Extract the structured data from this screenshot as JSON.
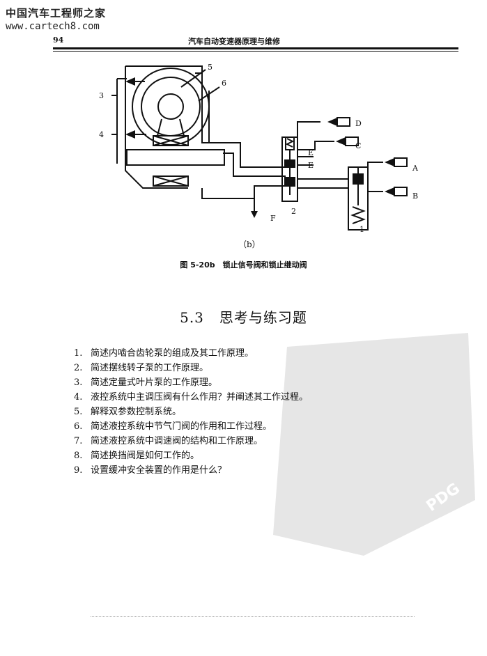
{
  "header": {
    "site_title": "中国汽车工程师之家",
    "site_url": "www.cartech8.com",
    "page_number": "94",
    "running_head": "汽车自动变速器原理与维修"
  },
  "figure": {
    "callouts": [
      "3",
      "4",
      "5",
      "6",
      "1",
      "2"
    ],
    "port_labels": [
      "A",
      "B",
      "C",
      "D",
      "E",
      "E",
      "F"
    ],
    "sub_label": "（b）",
    "caption": "图 5-20b　锁止信号阀和锁止继动阀"
  },
  "section": {
    "number": "5.3",
    "title": "思考与练习题"
  },
  "questions": [
    {
      "n": "1.",
      "text": "简述内啮合齿轮泵的组成及其工作原理。"
    },
    {
      "n": "2.",
      "text": "简述摆线转子泵的工作原理。"
    },
    {
      "n": "3.",
      "text": "简述定量式叶片泵的工作原理。"
    },
    {
      "n": "4.",
      "text": "液控系统中主调压阀有什么作用？并阐述其工作过程。"
    },
    {
      "n": "5.",
      "text": "解释双参数控制系统。"
    },
    {
      "n": "6.",
      "text": "简述液控系统中节气门阀的作用和工作过程。"
    },
    {
      "n": "7.",
      "text": "简述液控系统中调速阀的结构和工作原理。"
    },
    {
      "n": "8.",
      "text": "简述换挡阀是如何工作的。"
    },
    {
      "n": "9.",
      "text": "设置缓冲安全装置的作用是什么？"
    }
  ],
  "watermark": {
    "text": "PDG"
  }
}
